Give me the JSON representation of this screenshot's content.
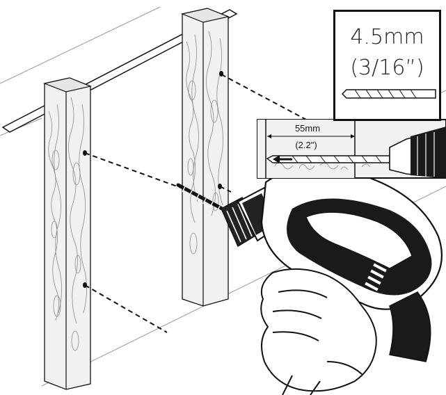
{
  "drill_bit_spec": {
    "size_metric": "4.5mm",
    "size_imperial": "(3/16”)"
  },
  "depth_detail": {
    "depth_metric": "55mm",
    "depth_imperial": "(2.2\")"
  },
  "colors": {
    "line": "#111111",
    "wood_fill": "#f1f1f1",
    "grain": "#8a8a8a",
    "drill_dark": "#1a1a1a",
    "drill_light": "#ffffff"
  },
  "icons": [
    "wood-stud-icon",
    "drill-icon",
    "hand-icon",
    "drill-bit-icon",
    "arrow-left-icon"
  ]
}
